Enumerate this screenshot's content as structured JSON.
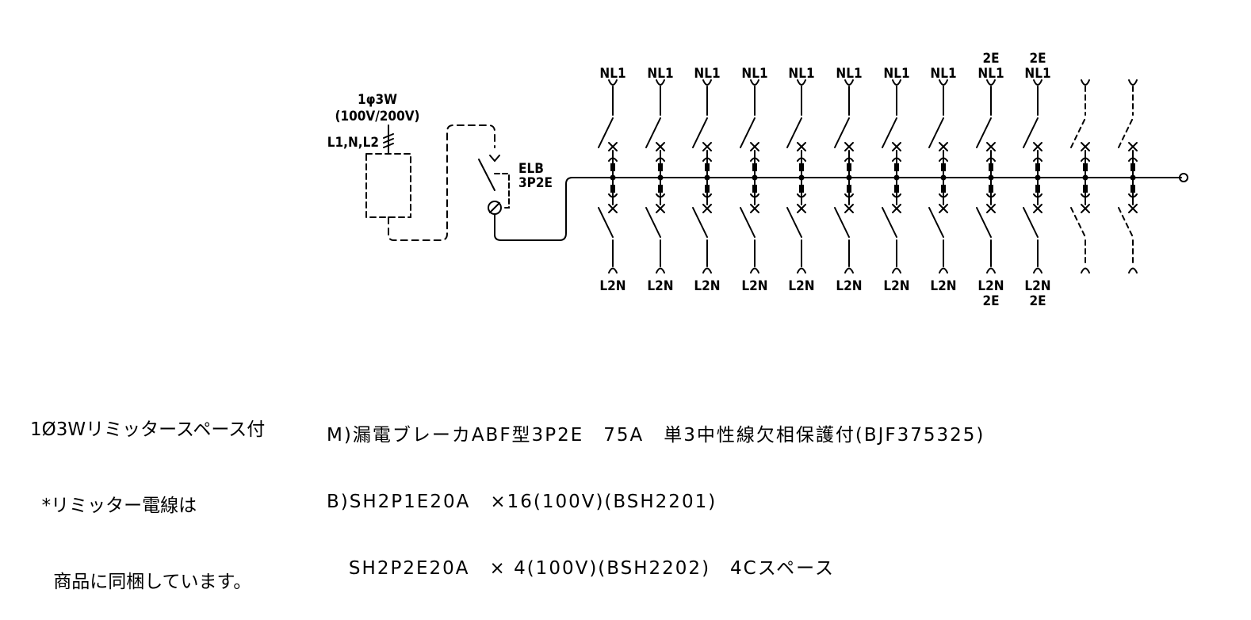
{
  "supply": {
    "phase": "1φ3W",
    "voltage": "(100V/200V)",
    "lines": "L1,N,L2"
  },
  "main_breaker": {
    "type": "ELB",
    "poles": "3P2E"
  },
  "branches": [
    {
      "top": [
        "NL1"
      ],
      "bottom": [
        "L2N"
      ],
      "spare": false
    },
    {
      "top": [
        "NL1"
      ],
      "bottom": [
        "L2N"
      ],
      "spare": false
    },
    {
      "top": [
        "NL1"
      ],
      "bottom": [
        "L2N"
      ],
      "spare": false
    },
    {
      "top": [
        "NL1"
      ],
      "bottom": [
        "L2N"
      ],
      "spare": false
    },
    {
      "top": [
        "NL1"
      ],
      "bottom": [
        "L2N"
      ],
      "spare": false
    },
    {
      "top": [
        "NL1"
      ],
      "bottom": [
        "L2N"
      ],
      "spare": false
    },
    {
      "top": [
        "NL1"
      ],
      "bottom": [
        "L2N"
      ],
      "spare": false
    },
    {
      "top": [
        "NL1"
      ],
      "bottom": [
        "L2N"
      ],
      "spare": false
    },
    {
      "top": [
        "2E",
        "NL1"
      ],
      "bottom": [
        "L2N",
        "2E"
      ],
      "spare": false
    },
    {
      "top": [
        "2E",
        "NL1"
      ],
      "bottom": [
        "L2N",
        "2E"
      ],
      "spare": false
    },
    {
      "top": [],
      "bottom": [],
      "spare": true
    },
    {
      "top": [],
      "bottom": [],
      "spare": true
    }
  ],
  "notes": {
    "left": [
      "1Ø3Wリミッタースペース付",
      "  *リミッター電線は",
      "    商品に同梱しています。"
    ],
    "spec": [
      "M)漏電ブレーカABF型3P2E　75A　単3中性線欠相保護付(BJF375325)",
      "B)SH2P1E20A　×16(100V)(BSH2201)",
      "   SH2P2E20A　× 4(100V)(BSH2202)　4Cスペース"
    ]
  }
}
